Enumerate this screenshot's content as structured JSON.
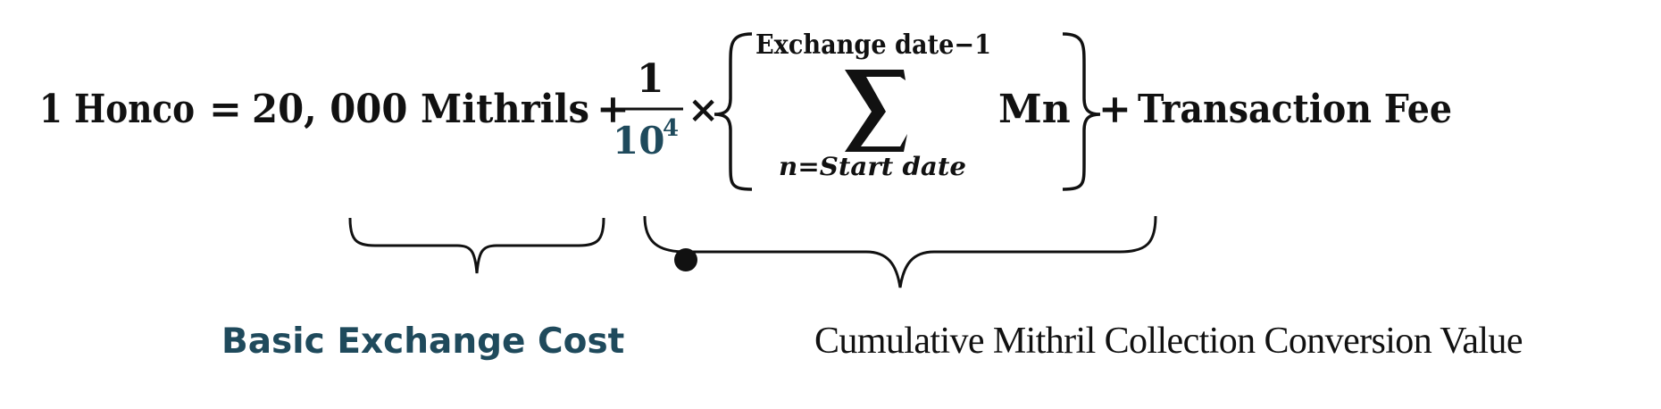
{
  "formula": {
    "lhs": "1 Honco",
    "equals": "=",
    "base_amount": "20, 000 Mithrils",
    "plus_1": "+",
    "fraction_numerator": "1",
    "fraction_denominator_base": "10",
    "fraction_denominator_exponent": "4",
    "times": "×",
    "sum_upper": "Exchange date−1",
    "sum_lower": "n=Start date",
    "sum_term": "Mn",
    "plus_2": "+",
    "fee": "Transaction Fee"
  },
  "labels": {
    "basic_cost": "Basic Exchange Cost",
    "cumulative_value": "Cumulative Mithril Collection Conversion Value"
  },
  "colors": {
    "text": "#111111",
    "accent": "#1f4a5c"
  }
}
